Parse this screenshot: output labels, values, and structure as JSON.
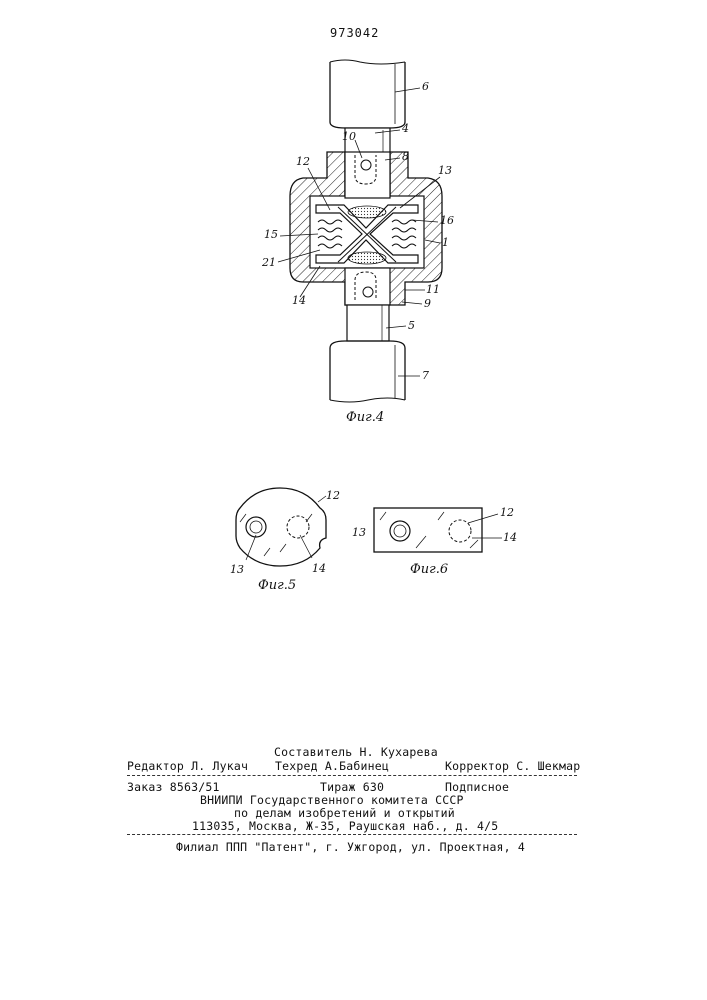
{
  "patent_number": "973042",
  "figures": {
    "fig4": {
      "caption": "Фиг.4",
      "labels": {
        "l1": "1",
        "l4": "4",
        "l5": "5",
        "l6": "6",
        "l7": "7",
        "l8": "8",
        "l9": "9",
        "l10": "10",
        "l11": "11",
        "l12": "12",
        "l13": "13",
        "l14": "14",
        "l15": "15",
        "l16": "16",
        "l21": "21"
      }
    },
    "fig5": {
      "caption": "Фиг.5",
      "labels": {
        "l12": "12",
        "l13": "13",
        "l14": "14"
      }
    },
    "fig6": {
      "caption": "Фиг.6",
      "labels": {
        "l12": "12",
        "l13": "13",
        "l14": "14"
      }
    }
  },
  "imprint": {
    "compiler": "Составитель Н. Кухарева",
    "editor": "Редактор Л. Лукач",
    "techred": "Техред А.Бабинец",
    "corrector": "Корректор С. Шекмар",
    "order": "Заказ 8563/51",
    "circulation": "Тираж 630",
    "subscription": "Подписное",
    "org_line1": "ВНИИПИ Государственного комитета СССР",
    "org_line2": "по делам изобретений и открытий",
    "address": "113035, Москва, Ж-35, Раушская наб., д. 4/5",
    "branch": "Филиал ППП \"Патент\", г. Ужгород, ул. Проектная, 4"
  }
}
